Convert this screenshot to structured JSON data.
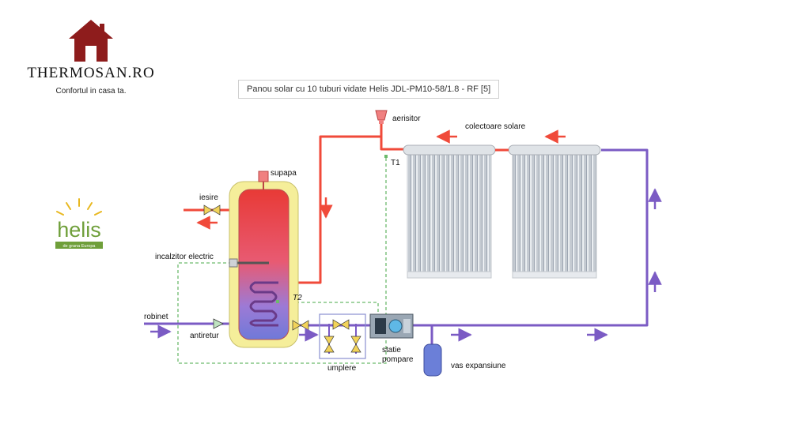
{
  "brand": {
    "name": "THERMOSAN.RO",
    "tagline": "Confortul in casa ta."
  },
  "helis": {
    "name": "helis",
    "sub": "de grana Europa"
  },
  "caption": "Panou solar cu 10 tuburi vidate Helis JDL-PM10-58/1.8 - RF [5]",
  "labels": {
    "aerisitor": "aerisitor",
    "colectoare": "colectoare solare",
    "supapa": "supapa",
    "iesire": "iesire",
    "incalzitor": "incalzitor electric",
    "robinet": "robinet",
    "antiretur": "antiretur",
    "umplere": "umplere",
    "statie_1": "statie",
    "statie_2": "pompare",
    "vas": "vas expansiune",
    "t1": "T1",
    "t2": "T2"
  },
  "colors": {
    "hot": "#f04a3a",
    "cold": "#7b5bc4",
    "tank_frame": "#f5ee9a",
    "house": "#8e1c1c",
    "helis_green": "#6f9f3a",
    "sensor_line": "#6cba6c"
  }
}
